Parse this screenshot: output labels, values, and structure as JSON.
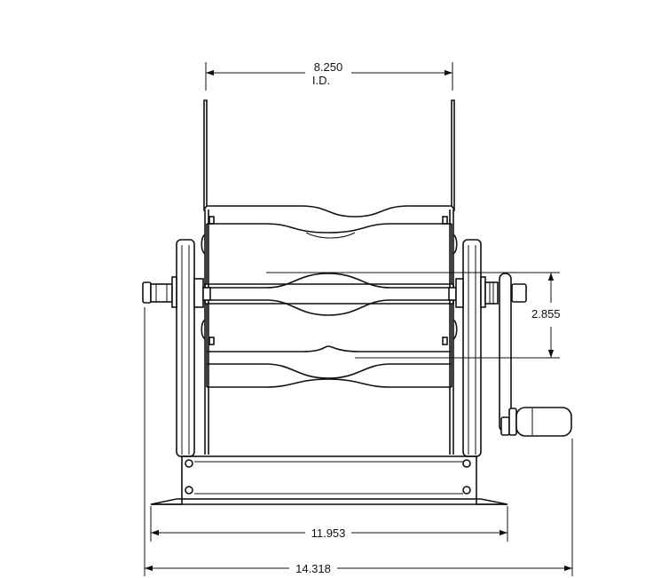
{
  "dimensions": {
    "inner_diameter": {
      "value": "8.250",
      "note": "I.D."
    },
    "roller_spacing": {
      "value": "2.855"
    },
    "base_width": {
      "value": "11.953"
    },
    "overall_width": {
      "value": "14.318"
    }
  }
}
